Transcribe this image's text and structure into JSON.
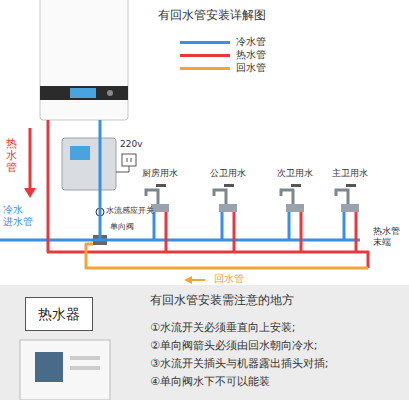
{
  "diagram": {
    "title": "有回水管安装详解图",
    "nodes": [
      {
        "text": [
          "有回水管安装需注意的地方",
          "①水流开关必须垂直向上安装;",
          "②单向阀箭头必须由回水朝向冷水;",
          "③水流开关插头与机器露出插头对插;",
          "④单向阀水下不可以能装"
        ]
      },
      {
        "text": [
          "热水器"
        ],
        "in": 0
      }
    ],
    "labels": [
      "热水管",
      "冷水 进水管",
      "220v",
      "水流感应开关",
      "单向阀",
      "厨房用水",
      "公卫用水",
      "次卫用水",
      "主卫用水",
      "热水管 末端",
      "回水管"
    ],
    "legend": [
      {
        "text": "冷水管",
        "color": "#3a8ee6"
      },
      {
        "text": "热水管",
        "color": "#e8383d"
      },
      {
        "text": "回水管",
        "color": "#f2a33a"
      }
    ]
  }
}
